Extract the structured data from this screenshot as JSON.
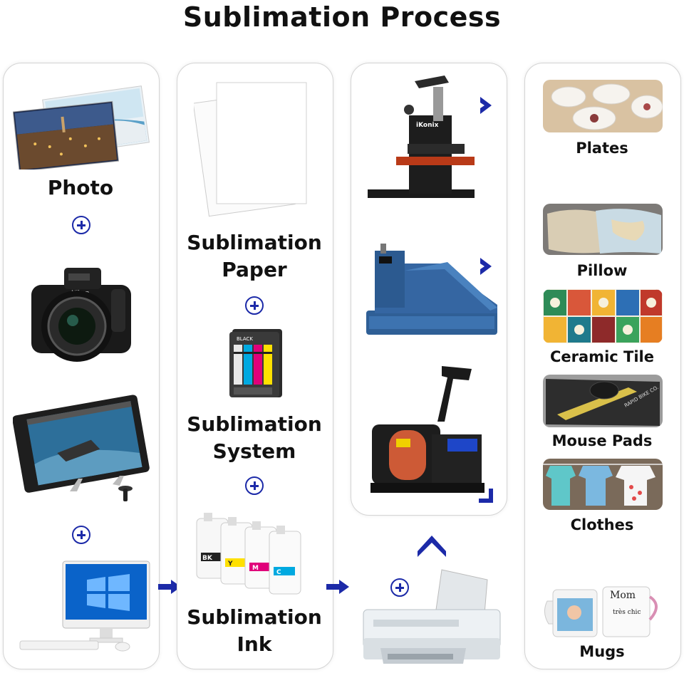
{
  "title": "Sublimation Process",
  "column1": {
    "photo_label": "Photo"
  },
  "column2": {
    "paper_label_1": "Sublimation",
    "paper_label_2": "Paper",
    "system_label_1": "Sublimation",
    "system_label_2": "System",
    "ink_label_1": "Sublimation",
    "ink_label_2": "Ink",
    "cartridge_labels": [
      "BLACK"
    ],
    "ink_bag_labels": [
      "BK",
      "Y",
      "M",
      "C"
    ]
  },
  "column3": {
    "heat_press_brand": "iKonix"
  },
  "column4": {
    "products": [
      "Plates",
      "Pillow",
      "Ceramic Tile",
      "Mouse Pads",
      "Clothes",
      "Mugs"
    ],
    "mousepad_text": "RAPID BIKE CO.",
    "mug_text_1": "Mom",
    "mug_text_2": "très chic"
  },
  "colors": {
    "accent_blue": "#1c2aa8",
    "panel_border": "#d4d4d4"
  },
  "icons": [
    "plus-icon",
    "arrow-right-icon",
    "chevron-right-icon",
    "chevron-up-icon",
    "corner-arrow-icon"
  ]
}
